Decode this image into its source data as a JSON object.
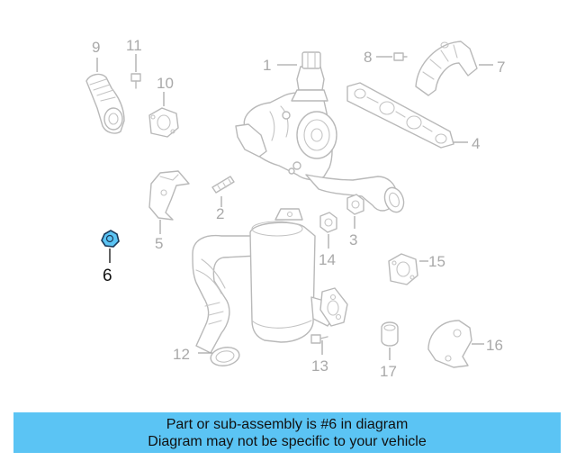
{
  "callouts": {
    "p1": "1",
    "p2": "2",
    "p3": "3",
    "p4": "4",
    "p5": "5",
    "p6": "6",
    "p7": "7",
    "p8": "8",
    "p9": "9",
    "p10": "10",
    "p11": "11",
    "p12": "12",
    "p13": "13",
    "p14": "14",
    "p15": "15",
    "p16": "16",
    "p17": "17"
  },
  "highlight": {
    "part": "6",
    "color": "#5bc4f4"
  },
  "banner": {
    "line1": "Part or sub-assembly is #6 in diagram",
    "line2": "Diagram may not be specific to your vehicle",
    "color": "#5bc4f4"
  }
}
